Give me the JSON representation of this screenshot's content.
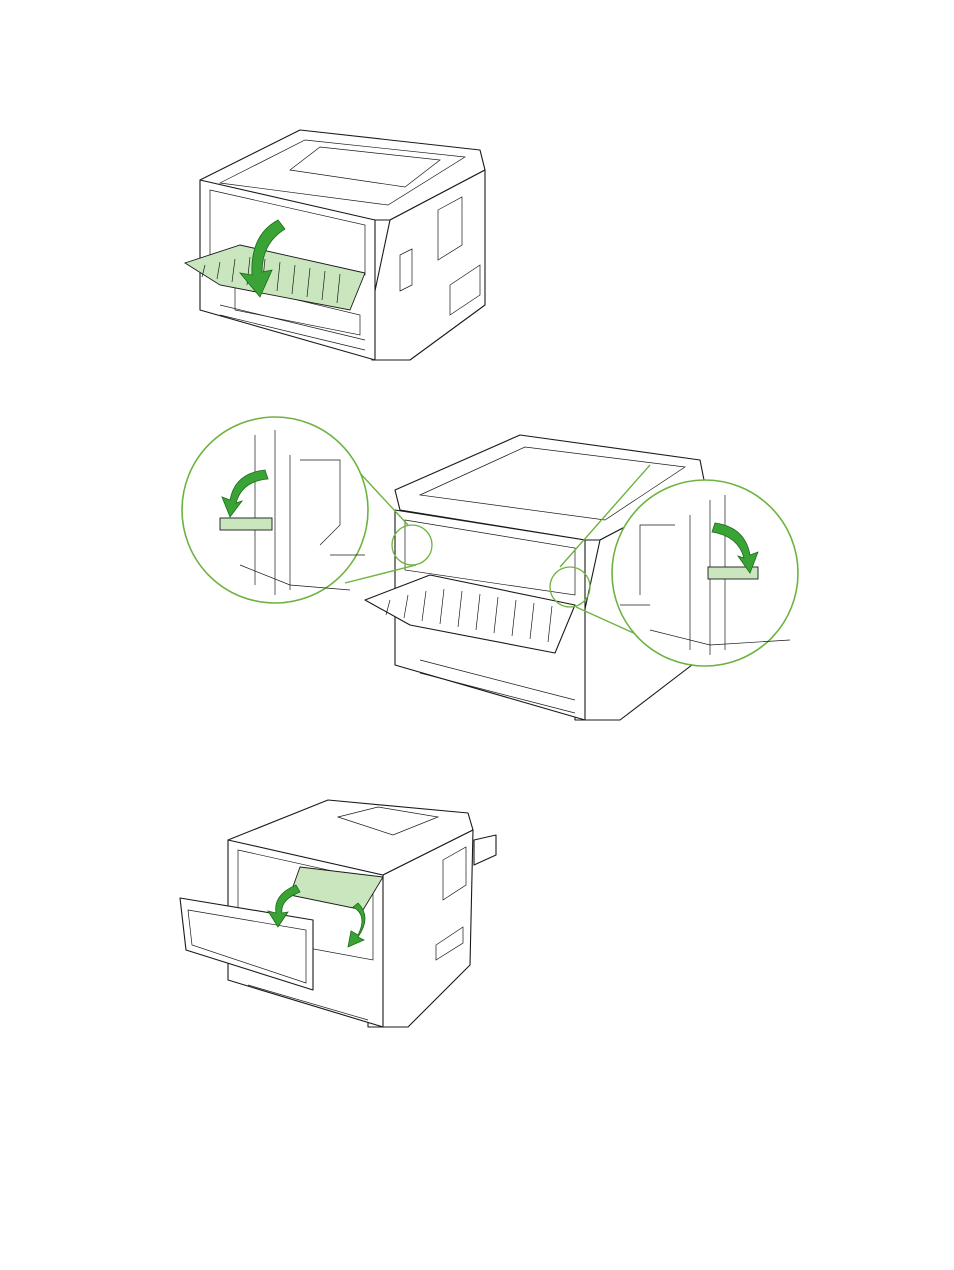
{
  "figures": [
    {
      "id": "fig1",
      "icon": "printer-rear-door-open-illustration"
    },
    {
      "id": "fig2",
      "icon": "printer-pressure-release-levers-illustration"
    },
    {
      "id": "fig3",
      "icon": "printer-front-jam-removal-illustration"
    }
  ],
  "colors": {
    "accent_green": "#3aa335",
    "paper_green": "#c9e6bf",
    "callout_circle": "#6db33f",
    "line": "#1a1a1a",
    "background": "#ffffff"
  }
}
